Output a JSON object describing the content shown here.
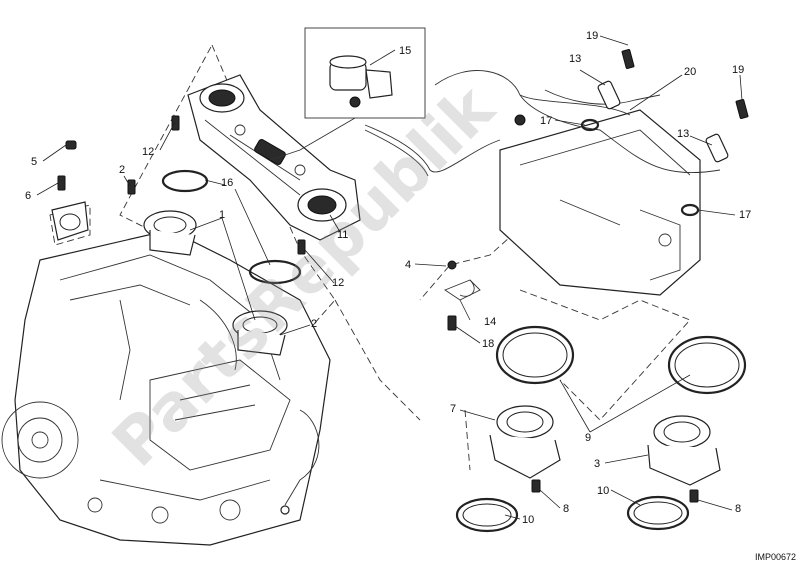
{
  "diagram": {
    "code": "IMP00672",
    "watermark": "PartsRepublik"
  },
  "callouts": {
    "c1": "1",
    "c2a": "2",
    "c2b": "2",
    "c3": "3",
    "c4": "4",
    "c5": "5",
    "c6": "6",
    "c7": "7",
    "c8a": "8",
    "c8b": "8",
    "c9": "9",
    "c10a": "10",
    "c10b": "10",
    "c11": "11",
    "c12a": "12",
    "c12b": "12",
    "c13a": "13",
    "c13b": "13",
    "c14": "14",
    "c15": "15",
    "c16": "16",
    "c17a": "17",
    "c17b": "17",
    "c18": "18",
    "c19a": "19",
    "c19b": "19",
    "c20": "20"
  }
}
